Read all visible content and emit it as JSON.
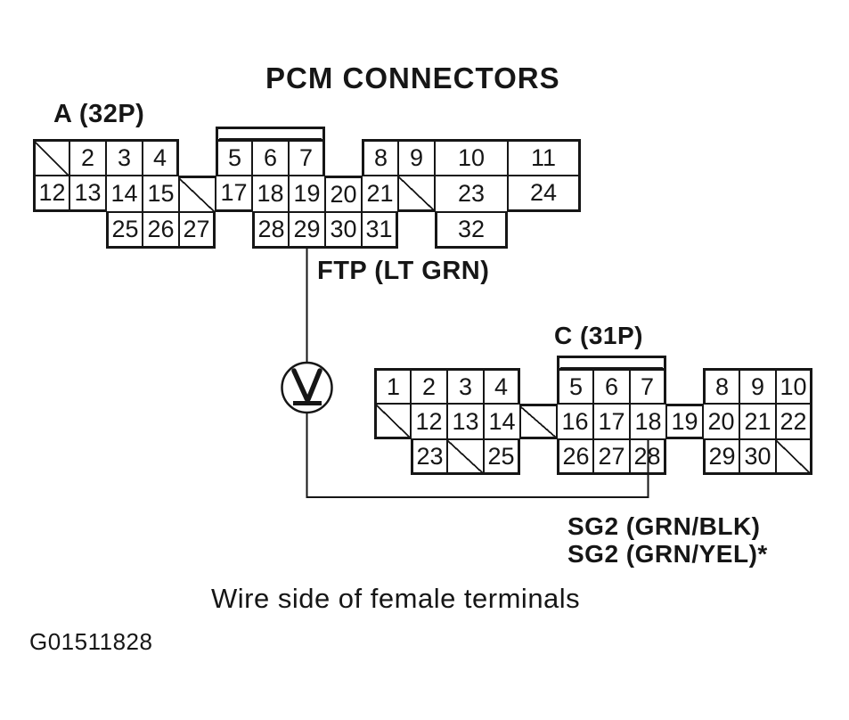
{
  "title": "PCM CONNECTORS",
  "caption": "Wire side of female terminals",
  "figure_id": "G01511828",
  "colors": {
    "ink": "#161616",
    "background": "#ffffff"
  },
  "connector_a": {
    "name": "A (32P)",
    "rows": [
      [
        {
          "c": 0,
          "diag": true
        },
        {
          "c": 1,
          "n": "2"
        },
        {
          "c": 2,
          "n": "3"
        },
        {
          "c": 3,
          "n": "4"
        },
        {
          "c": 5,
          "n": "5"
        },
        {
          "c": 6,
          "n": "6"
        },
        {
          "c": 7,
          "n": "7"
        },
        {
          "c": 9,
          "n": "8"
        },
        {
          "c": 10,
          "n": "9"
        },
        {
          "c": 11,
          "n": "10",
          "span": 2
        },
        {
          "c": 13,
          "n": "11",
          "span": 2
        }
      ],
      [
        {
          "c": 0,
          "n": "12"
        },
        {
          "c": 1,
          "n": "13"
        },
        {
          "c": 2,
          "n": "14"
        },
        {
          "c": 3,
          "n": "15"
        },
        {
          "c": 4,
          "diag": true
        },
        {
          "c": 5,
          "n": "17"
        },
        {
          "c": 6,
          "n": "18"
        },
        {
          "c": 7,
          "n": "19"
        },
        {
          "c": 8,
          "n": "20"
        },
        {
          "c": 9,
          "n": "21"
        },
        {
          "c": 10,
          "diag": true
        },
        {
          "c": 11,
          "n": "23",
          "span": 2
        },
        {
          "c": 13,
          "n": "24",
          "span": 2
        }
      ],
      [
        {
          "c": 2,
          "n": "25"
        },
        {
          "c": 3,
          "n": "26"
        },
        {
          "c": 4,
          "n": "27"
        },
        {
          "c": 6,
          "n": "28"
        },
        {
          "c": 7,
          "n": "29"
        },
        {
          "c": 8,
          "n": "30"
        },
        {
          "c": 9,
          "n": "31"
        },
        {
          "c": 11,
          "n": "32",
          "span": 2
        }
      ]
    ]
  },
  "connector_c": {
    "name": "C (31P)",
    "rows": [
      [
        {
          "c": 0,
          "n": "1"
        },
        {
          "c": 1,
          "n": "2"
        },
        {
          "c": 2,
          "n": "3"
        },
        {
          "c": 3,
          "n": "4"
        },
        {
          "c": 5,
          "n": "5"
        },
        {
          "c": 6,
          "n": "6"
        },
        {
          "c": 7,
          "n": "7"
        },
        {
          "c": 9,
          "n": "8"
        },
        {
          "c": 10,
          "n": "9"
        },
        {
          "c": 11,
          "n": "10"
        }
      ],
      [
        {
          "c": 0,
          "diag": true
        },
        {
          "c": 1,
          "n": "12"
        },
        {
          "c": 2,
          "n": "13"
        },
        {
          "c": 3,
          "n": "14"
        },
        {
          "c": 4,
          "diag": true
        },
        {
          "c": 5,
          "n": "16"
        },
        {
          "c": 6,
          "n": "17"
        },
        {
          "c": 7,
          "n": "18"
        },
        {
          "c": 8,
          "n": "19"
        },
        {
          "c": 9,
          "n": "20"
        },
        {
          "c": 10,
          "n": "21"
        },
        {
          "c": 11,
          "n": "22"
        }
      ],
      [
        {
          "c": 1,
          "n": "23"
        },
        {
          "c": 2,
          "diag": true
        },
        {
          "c": 3,
          "n": "25"
        },
        {
          "c": 5,
          "n": "26"
        },
        {
          "c": 6,
          "n": "27"
        },
        {
          "c": 7,
          "n": "28"
        },
        {
          "c": 9,
          "n": "29"
        },
        {
          "c": 10,
          "n": "30"
        },
        {
          "c": 11,
          "diag": true
        }
      ]
    ]
  },
  "wire": {
    "from_label": "FTP (LT GRN)",
    "from_pin": "A-29",
    "to_labels": [
      "SG2 (GRN/BLK)",
      "SG2 (GRN/YEL)*"
    ],
    "to_pin": "C-28",
    "symbol": "voltmeter"
  }
}
